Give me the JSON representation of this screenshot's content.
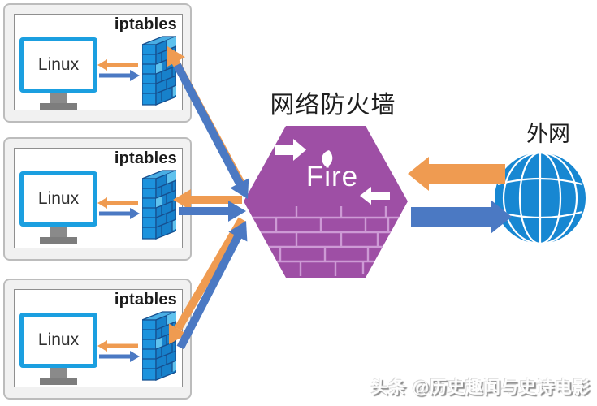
{
  "diagram": {
    "title": "网络防火墙",
    "fire_label": "Fire",
    "wan_label": "外网",
    "hosts": [
      {
        "os_label": "Linux",
        "firewall_label": "iptables"
      },
      {
        "os_label": "Linux",
        "firewall_label": "iptables"
      },
      {
        "os_label": "Linux",
        "firewall_label": "iptables"
      }
    ],
    "colors": {
      "inbound_arrow_orange": "#EF9B51",
      "outbound_arrow_blue": "#4B79C3",
      "firewall_hexagon_purple": "#9E4FA5",
      "hexagon_brick_line_pink": "#CD9AD5",
      "monitor_blue": "#1B9FE0",
      "wall_and_globe_blue": "#1787D2"
    }
  },
  "watermark": "头条 @历史趣闻与史诗电影"
}
